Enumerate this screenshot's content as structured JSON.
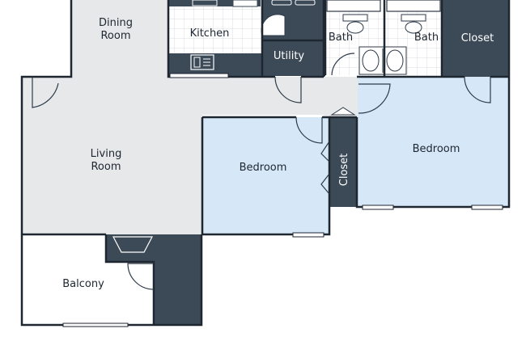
{
  "rooms": {
    "dining": [
      "Dining",
      "Room"
    ],
    "kitchen": "Kitchen",
    "utility": "Utility",
    "bath_left": "Bath",
    "bath_right": "Bath",
    "closet_top": "Closet",
    "living": [
      "Living",
      "Room"
    ],
    "bedroom_center": "Bedroom",
    "closet_center": "Closet",
    "bedroom_right": "Bedroom",
    "balcony": "Balcony"
  },
  "colors": {
    "floor": "#e6e8ea",
    "bedroom": "#d6e8f8",
    "dark": "#3c4a58",
    "wall": "#1e2630",
    "tile_line": "#cfd4d9"
  }
}
